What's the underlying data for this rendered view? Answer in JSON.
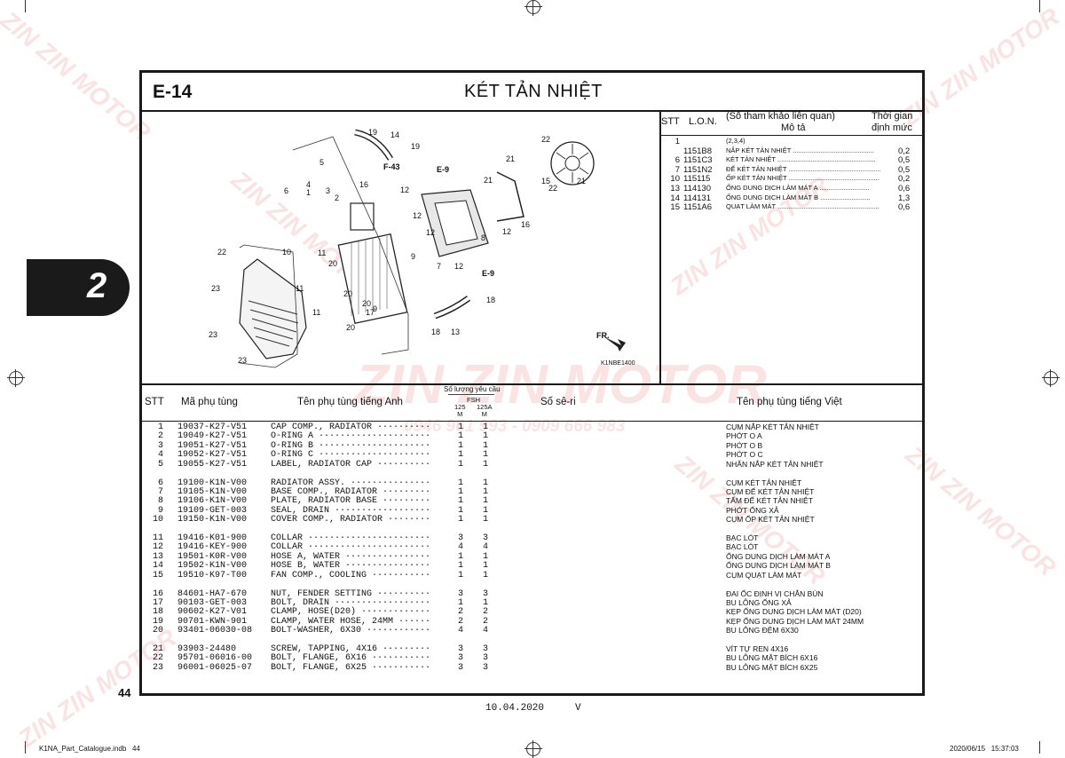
{
  "header": {
    "section_code": "E-14",
    "section_title": "KÉT TẢN NHIỆT"
  },
  "side_tab": {
    "chapter": "2"
  },
  "ref_table": {
    "col_stt": "STT",
    "col_lon": "L.O.N.",
    "col_desc_line1": "(Số tham khảo liên quan)",
    "col_desc_line2": "Mô tả",
    "col_time_line1": "Thời gian",
    "col_time_line2": "định mức",
    "rows": [
      {
        "stt": "1",
        "lon": "",
        "desc": "(2,3,4)",
        "time": ""
      },
      {
        "stt": "",
        "lon": "1151B8",
        "desc": "NẮP KÉT TẢN NHIỆT ............................................",
        "time": "0,2"
      },
      {
        "stt": "6",
        "lon": "1151C3",
        "desc": "KÉT TẢN NHIỆT .....................................................",
        "time": "0,5"
      },
      {
        "stt": "7",
        "lon": "1151N2",
        "desc": "ĐẾ KÉT TẢN NHIỆT ..................................................",
        "time": "0,5"
      },
      {
        "stt": "10",
        "lon": "115115",
        "desc": "ỐP KÉT TẢN NHIỆT .................................................",
        "time": "0,2"
      },
      {
        "stt": "13",
        "lon": "114130",
        "desc": "ỐNG DUNG DỊCH LÀM MÁT A ...........................",
        "time": "0,6"
      },
      {
        "stt": "14",
        "lon": "114131",
        "desc": "ỐNG DUNG DỊCH LÀM MÁT B ...........................",
        "time": "1,3"
      },
      {
        "stt": "15",
        "lon": "1151A6",
        "desc": "QUẠT LÀM MÁT .......................................................",
        "time": "0,6"
      }
    ]
  },
  "diagram": {
    "code": "K1NBE1400",
    "fr": "FR.",
    "refs": [
      "F-43",
      "E-9",
      "E-9"
    ],
    "callouts": [
      "19",
      "14",
      "19",
      "5",
      "4",
      "3",
      "2",
      "1",
      "16",
      "6",
      "22",
      "21",
      "21",
      "12",
      "12",
      "12",
      "9",
      "7",
      "12",
      "12",
      "8",
      "16",
      "21",
      "15",
      "22",
      "22",
      "10",
      "11",
      "11",
      "11",
      "20",
      "20",
      "20",
      "20",
      "9",
      "17",
      "18",
      "13",
      "18",
      "23",
      "23",
      "23"
    ]
  },
  "parts_table": {
    "col_stt": "STT",
    "col_part_no": "Mã phụ tùng",
    "col_en": "Tên phụ tùng tiếng Anh",
    "col_qty": "Số lượng yêu cầu",
    "col_qty_model": "FSH",
    "col_qty_a": "125\nM",
    "col_qty_b": "125A\nM",
    "col_serial": "Số sê-ri",
    "col_vn": "Tên phụ tùng tiếng Việt",
    "groups": [
      [
        {
          "stt": "1",
          "part_no": "19037-K27-V51",
          "en": "CAP COMP., RADIATOR ··········",
          "qa": "1",
          "qb": "1",
          "vn": "CỤM NẮP KÉT TẢN NHIỆT"
        },
        {
          "stt": "2",
          "part_no": "19049-K27-V51",
          "en": "O-RING A ·····················",
          "qa": "1",
          "qb": "1",
          "vn": "PHỚT O A"
        },
        {
          "stt": "3",
          "part_no": "19051-K27-V51",
          "en": "O-RING B ·····················",
          "qa": "1",
          "qb": "1",
          "vn": "PHỚT O B"
        },
        {
          "stt": "4",
          "part_no": "19052-K27-V51",
          "en": "O-RING C ·····················",
          "qa": "1",
          "qb": "1",
          "vn": "PHỚT O C"
        },
        {
          "stt": "5",
          "part_no": "19055-K27-V51",
          "en": "LABEL, RADIATOR CAP ··········",
          "qa": "1",
          "qb": "1",
          "vn": "NHÃN NẮP KÉT TẢN NHIỆT"
        }
      ],
      [
        {
          "stt": "6",
          "part_no": "19100-K1N-V00",
          "en": "RADIATOR ASSY. ···············",
          "qa": "1",
          "qb": "1",
          "vn": "CỤM KÉT TẢN NHIỆT"
        },
        {
          "stt": "7",
          "part_no": "19105-K1N-V00",
          "en": "BASE COMP., RADIATOR ·········",
          "qa": "1",
          "qb": "1",
          "vn": "CỤM ĐẾ KÉT TẢN NHIỆT"
        },
        {
          "stt": "8",
          "part_no": "19106-K1N-V00",
          "en": "PLATE, RADIATOR BASE ·········",
          "qa": "1",
          "qb": "1",
          "vn": "TẤM ĐẾ KÉT TẢN NHIỆT"
        },
        {
          "stt": "9",
          "part_no": "19109-GET-003",
          "en": "SEAL, DRAIN ··················",
          "qa": "1",
          "qb": "1",
          "vn": "PHỚT ỐNG XẢ"
        },
        {
          "stt": "10",
          "part_no": "19150-K1N-V00",
          "en": "COVER COMP., RADIATOR ········",
          "qa": "1",
          "qb": "1",
          "vn": "CỤM ỐP KÉT TẢN NHIỆT"
        }
      ],
      [
        {
          "stt": "11",
          "part_no": "19416-K01-900",
          "en": "COLLAR ·······················",
          "qa": "3",
          "qb": "3",
          "vn": "BẠC LÓT"
        },
        {
          "stt": "12",
          "part_no": "19416-KEY-900",
          "en": "COLLAR ·······················",
          "qa": "4",
          "qb": "4",
          "vn": "BẠC LÓT"
        },
        {
          "stt": "13",
          "part_no": "19501-K0R-V00",
          "en": "HOSE A, WATER ················",
          "qa": "1",
          "qb": "1",
          "vn": "ỐNG DUNG DỊCH LÀM MÁT A"
        },
        {
          "stt": "14",
          "part_no": "19502-K1N-V00",
          "en": "HOSE B, WATER ················",
          "qa": "1",
          "qb": "1",
          "vn": "ỐNG DUNG DỊCH LÀM MÁT B"
        },
        {
          "stt": "15",
          "part_no": "19510-K97-T00",
          "en": "FAN COMP., COOLING ···········",
          "qa": "1",
          "qb": "1",
          "vn": "CỤM QUẠT LÀM MÁT"
        }
      ],
      [
        {
          "stt": "16",
          "part_no": "84601-HA7-670",
          "en": "NUT, FENDER SETTING ··········",
          "qa": "3",
          "qb": "3",
          "vn": "ĐAI ỐC ĐỊNH VỊ CHẮN BÙN"
        },
        {
          "stt": "17",
          "part_no": "90103-GET-003",
          "en": "BOLT, DRAIN ··················",
          "qa": "1",
          "qb": "1",
          "vn": "BU LÔNG ỐNG XẢ"
        },
        {
          "stt": "18",
          "part_no": "90602-K27-V01",
          "en": "CLAMP, HOSE(D20) ·············",
          "qa": "2",
          "qb": "2",
          "vn": "KẸP ỐNG DUNG DỊCH LÀM MÁT (D20)"
        },
        {
          "stt": "19",
          "part_no": "90701-KWN-901",
          "en": "CLAMP, WATER HOSE, 24MM ······",
          "qa": "2",
          "qb": "2",
          "vn": "KẸP ỐNG DUNG DỊCH LÀM MÁT 24MM"
        },
        {
          "stt": "20",
          "part_no": "93401-06030-08",
          "en": "BOLT-WASHER, 6X30 ············",
          "qa": "4",
          "qb": "4",
          "vn": "BU LÔNG ĐỆM 6X30"
        }
      ],
      [
        {
          "stt": "21",
          "part_no": "93903-24480",
          "en": "SCREW, TAPPING, 4X16 ·········",
          "qa": "3",
          "qb": "3",
          "vn": "VÍT TỰ REN 4X16"
        },
        {
          "stt": "22",
          "part_no": "95701-06016-00",
          "en": "BOLT, FLANGE, 6X16 ···········",
          "qa": "3",
          "qb": "3",
          "vn": "BU LÔNG MẶT BÍCH 6X16"
        },
        {
          "stt": "23",
          "part_no": "96001-06025-07",
          "en": "BOLT, FLANGE, 6X25 ···········",
          "qa": "3",
          "qb": "3",
          "vn": "BU LÔNG MẶT BÍCH 6X25"
        }
      ]
    ]
  },
  "footer": {
    "page_number": "44",
    "date": "10.04.2020",
    "version": "V",
    "file_name": "K1NA_Part_Catalogue.indb   44",
    "timestamp": "2020/06/15   15:37:03"
  },
  "watermark": {
    "brand": "ZIN ZIN MOTOR",
    "phone": "0946 961 993 - 0909 666 983"
  }
}
